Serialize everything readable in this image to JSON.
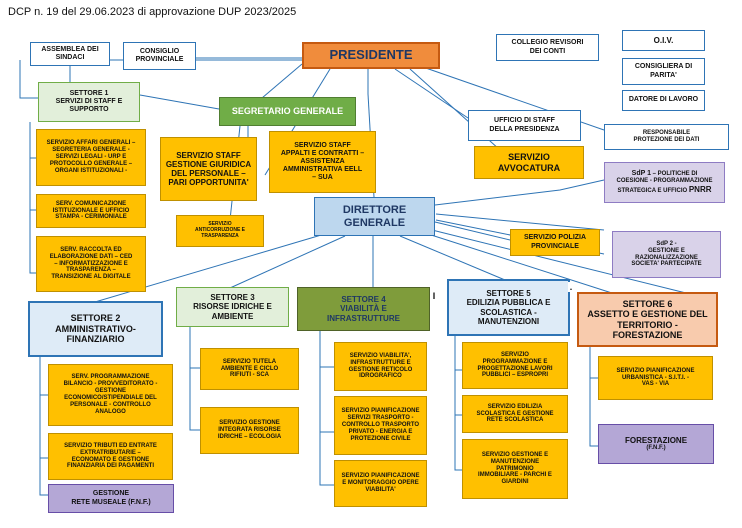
{
  "header": {
    "title": "DCP n. 19 del 29.06.2023 di approvazione DUP 2023/2025"
  },
  "top": {
    "assemblea": "ASSEMBLEA DEI\nSINDACI",
    "consiglio": "CONSIGLIO\nPROVINCIALE",
    "presidente": "PRESIDENTE",
    "collegio": "COLLEGIO REVISORI\nDEI CONTI",
    "oiv": "O.I.V.",
    "consigliera": "CONSIGLIERA DI\nPARITA'",
    "datore": "DATORE DI LAVORO",
    "ufficio_staff": "UFFICIO DI STAFF\nDELLA PRESIDENZA",
    "responsabile": "RESPONSABILE\nPROTEZIONE DEI DATI"
  },
  "settore1": {
    "title": "SETTORE 1\nSERVIZI DI STAFF E\nSUPPORTO",
    "items": [
      "SERVIZIO AFFARI GENERALI –\nSEGRETERIA GENERALE -\nSERVIZI LEGALI - URP E\nPROTOCOLLO GENERALE –\nORGANI ISTITUZIONALI -",
      "SERV. COMUNICAZIONE\nISTITUZIONALE E UFFICIO\nSTAMPA - CERIMONIALE",
      "SERV. RACCOLTA ED\nELABORAZIONE DATI – CED\n– INFORMATIZZAZIONE E\nTRASPARENZA –\nTRANSIZIONE AL DIGITALE"
    ]
  },
  "segretario": {
    "title": "SEGRETARIO GENERALE",
    "staff_giuridica": "SERVIZIO STAFF\nGESTIONE GIURIDICA\nDEL PERSONALE –\nPARI OPPORTUNITA'",
    "anticorruzione": "SERVIZIO\nANTICORRUZIONE E\nTRASPARENZA"
  },
  "staff_appalti": "SERVIZIO STAFF\nAPPALTI E CONTRATTI –\nASSISTENZA\nAMMINISTRATIVA EELL\n– SUA",
  "avvocatura": "SERVIZIO\nAVVOCATURA",
  "sdp1": {
    "label_a": "SdP 1",
    "label_b": " – POLITICHE DI\nCOESIONE - PROGRAMMAZIONE\nSTRATEGICA E UFFICIO ",
    "label_c": "PNRR"
  },
  "direttore": "DIRETTORE\nGENERALE",
  "polizia": "SERVIZIO POLIZIA\nPROVINCIALE",
  "sdp2": "SdP 2 -\nGESTIONE E\nRAZIONALIZZAZIONE\nSOCIETA' PARTECIPATE",
  "settore2": {
    "title": "SETTORE 2\nAMMINISTRATIVO-\nFINANZIARIO",
    "items": [
      "SERV. PROGRAMMAZIONE\nBILANCIO - PROVVEDITORATO -\nGESTIONE\nECONOMICO/STIPENDIALE DEL\nPERSONALE - CONTROLLO\nANALOGO",
      "SERVIZIO TRIBUTI ED ENTRATE\nEXTRATRIBUTARIE –\nECONOMATO E GESTIONE\nFINANZIARIA DEI PAGAMENTI"
    ],
    "fnf": "GESTIONE\nRETE MUSEALE (F.N.F.)"
  },
  "settore3": {
    "title": "SETTORE 3\nRISORSE IDRICHE E\nAMBIENTE",
    "items": [
      "SERVIZIO TUTELA\nAMBIENTE E CICLO\nRIFIUTI - SCA",
      "SERVIZIO GESTIONE\nINTEGRATA RISORSE\nIDRICHE – ECOLOGIA"
    ]
  },
  "settore4": {
    "title": "SETTORE 4\nVIABILITÀ E\nINFRASTRUTTURE",
    "items": [
      "SERVIZIO VIABILITA',\nINFRASTRUTTURE E\nGESTIONE RETICOLO\nIDROGRAFICO",
      "SERVIZIO PIANIFICAZIONE\nSERVIZI TRASPORTO -\nCONTROLLO TRASPORTO\nPRIVATO - ENERGIA E\nPROTEZIONE CIVILE",
      "SERVIZIO PIANIFICAZIONE\nE MONITORAGGIO OPERE\nVIABILITA'"
    ]
  },
  "settore5": {
    "title": "SETTORE 5\nEDILIZIA PUBBLICA E\nSCOLASTICA -\nMANUTENZIONI",
    "items": [
      "SERVIZIO\nPROGRAMMAZIONE E\nPROGETTAZIONE LAVORI\nPUBBLICI – ESPROPRI",
      "SERVIZIO EDILIZIA\nSCOLASTICA E GESTIONE\nRETE SCOLASTICA",
      "SERVIZIO GESTIONE E\nMANUTENZIONE\nPATRIMONIO\nIMMOBILIARE - PARCHI E\nGIARDINI"
    ]
  },
  "settore6": {
    "title": "SETTORE 6\nASSETTO E GESTIONE DEL\nTERRITORIO -\nFORESTAZIONE",
    "items": [
      "SERVIZIO PIANIFICAZIONE\nURBANISTICA - S.I.T.I. -\nVAS - VIA"
    ],
    "fnf_title": "FORESTAZIONE",
    "fnf_sub": "(F.N.F.)"
  },
  "stray": {
    "bar": "I",
    "dot": "."
  }
}
